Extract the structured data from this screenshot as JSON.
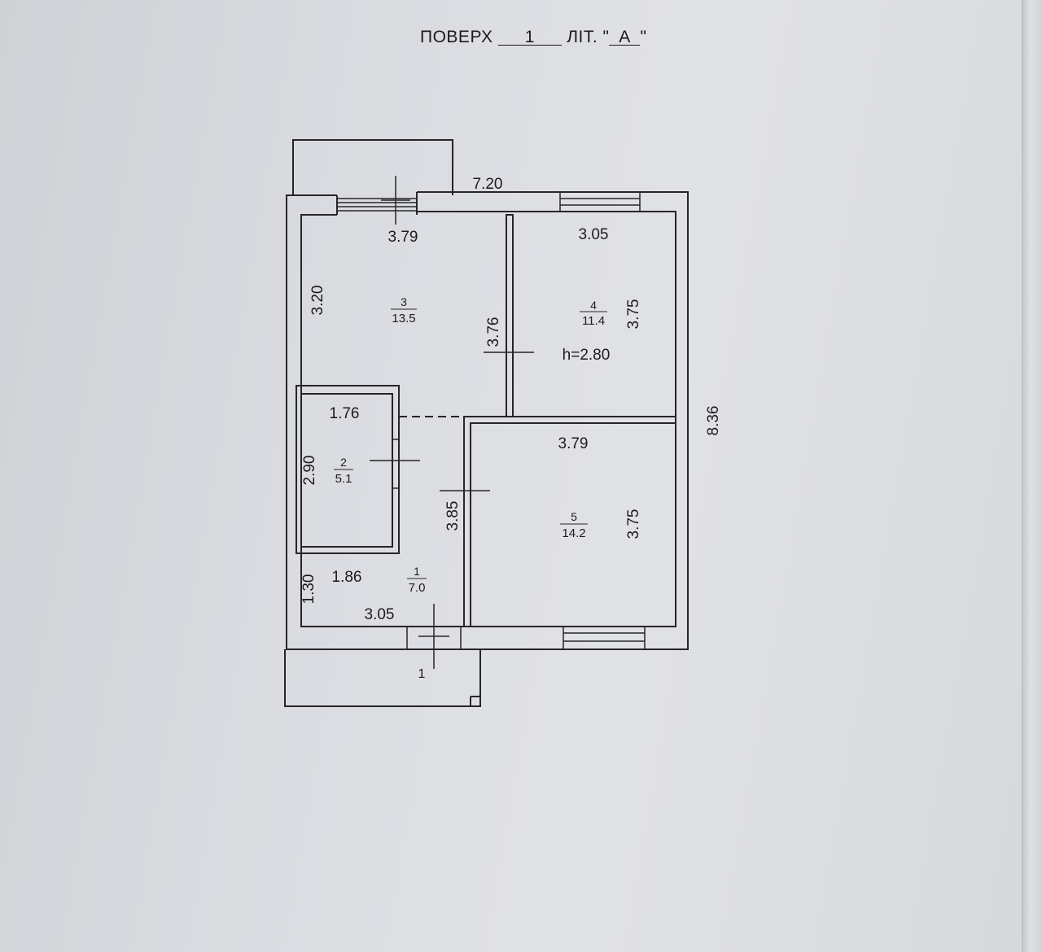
{
  "header": {
    "floor_label": "ПОВЕРХ",
    "floor_value": "1",
    "lit_label": "ЛІТ.",
    "lit_value": "А"
  },
  "plan": {
    "ceiling_height": "h=2.80",
    "dimensions": {
      "total_width": "7.20",
      "total_depth": "8.36",
      "room3_width": "3.79",
      "room3_depth": "3.20",
      "room3_4_wall": "3.76",
      "room4_width": "3.05",
      "room4_depth": "3.75",
      "room5_width": "3.79",
      "room5_depth": "3.75",
      "hall_wall": "3.85",
      "room2_width": "1.76",
      "room2_depth": "2.90",
      "room1_width": "1.86",
      "room1_depth": "1.30",
      "room1_bottom": "3.05"
    },
    "rooms": [
      {
        "number": "1",
        "area": "7.0"
      },
      {
        "number": "2",
        "area": "5.1"
      },
      {
        "number": "3",
        "area": "13.5"
      },
      {
        "number": "4",
        "area": "11.4"
      },
      {
        "number": "5",
        "area": "14.2"
      }
    ],
    "entrance_label": "1"
  }
}
